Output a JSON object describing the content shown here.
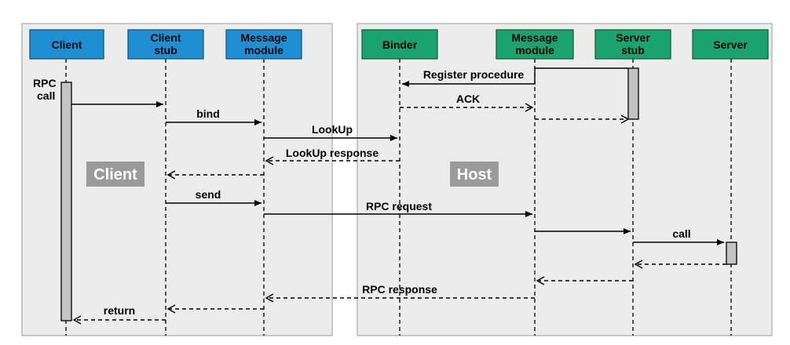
{
  "colors": {
    "client_header": "#1f8fd3",
    "host_header": "#1aa36f",
    "panel_fill": "#ececec",
    "activation_fill": "#c3c3c3",
    "region_badge": "#9b9b9b",
    "line": "#000000"
  },
  "participants": {
    "client": {
      "l1": "Client",
      "l2": ""
    },
    "client_stub": {
      "l1": "Client",
      "l2": "stub"
    },
    "client_msg": {
      "l1": "Message",
      "l2": "module"
    },
    "binder": {
      "l1": "Binder",
      "l2": ""
    },
    "host_msg": {
      "l1": "Message",
      "l2": "module"
    },
    "server_stub": {
      "l1": "Server",
      "l2": "stub"
    },
    "server": {
      "l1": "Server",
      "l2": ""
    }
  },
  "regions": {
    "client": "Client",
    "host": "Host"
  },
  "messages": {
    "rpc_call_1": "RPC",
    "rpc_call_2": "call",
    "bind": "bind",
    "register": "Register procedure",
    "ack": "ACK",
    "lookup": "LookUp",
    "lookup_response": "LookUp response",
    "send": "send",
    "rpc_request": "RPC request",
    "call": "call",
    "rpc_response": "RPC response",
    "return": "return"
  }
}
